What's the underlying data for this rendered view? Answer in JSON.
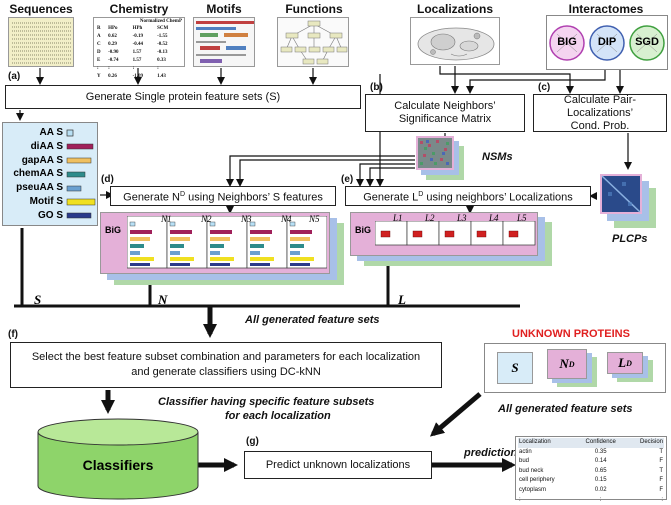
{
  "headers": {
    "sequences": "Sequences",
    "chemistry": "Chemistry",
    "motifs": "Motifs",
    "functions": "Functions",
    "localizations": "Localizations",
    "interactomes": "Interactomes"
  },
  "chemistry_table": {
    "title": "Normalized ChemP",
    "columns": [
      "R",
      "HPo",
      "HPh",
      "SCM"
    ],
    "rows": [
      [
        "A",
        "0.62",
        "-0.19",
        "-1.55"
      ],
      [
        "C",
        "0.29",
        "-0.44",
        "-0.52"
      ],
      [
        "D",
        "-0.90",
        "1.57",
        "-0.13"
      ],
      [
        "E",
        "-0.74",
        "1.57",
        "0.33"
      ],
      [
        ":",
        ":",
        ":",
        ":"
      ],
      [
        "Y",
        "0.26",
        "-1.09",
        "1.43"
      ]
    ]
  },
  "interactome_labels": [
    "BIG",
    "DIP",
    "SGD"
  ],
  "steps": {
    "a_tag": "(a)",
    "a_text": "Generate Single protein feature sets (S)",
    "b_tag": "(b)",
    "b_line1": "Calculate Neighbors’",
    "b_line2": "Significance Matrix",
    "c_tag": "(c)",
    "c_line1": "Calculate Pair-Localizations’",
    "c_line2": "Cond. Prob.",
    "d_tag": "(d)",
    "d_text": "Generate N",
    "d_sup": "D",
    "d_text2": " using Neighbors’ S features",
    "e_tag": "(e)",
    "e_text": "Generate L",
    "e_sup": "D",
    "e_text2": " using neighbors’ Localizations",
    "f_tag": "(f)",
    "f_line1": "Select the best feature subset combination and parameters for each localization",
    "f_line2": "and generate classifiers using DC-kNN",
    "g_tag": "(g)",
    "g_text": "Predict unknown localizations"
  },
  "feature_list": [
    "AA S",
    "diAA S",
    "gapAA S",
    "chemAA S",
    "pseuAA S",
    "Motif S",
    "GO S"
  ],
  "feature_colors": [
    "#b8e0f5",
    "#a0205a",
    "#f0c060",
    "#2e8b8b",
    "#6aa0d0",
    "#f0e020",
    "#2a3a8a"
  ],
  "labels": {
    "nsms": "NSMs",
    "plcps": "PLCPs",
    "big": "BiG",
    "arrow_s": "S",
    "arrow_n": "N",
    "arrow_l": "L",
    "all_feature_sets": "All generated feature sets",
    "classifier_note_1": "Classifier having specific feature subsets",
    "classifier_note_2": "for each localization",
    "classifiers": "Classifiers",
    "unknown_proteins": "UNKNOWN PROTEINS",
    "all_feature_sets_2": "All generated feature sets",
    "prediction": "prediction",
    "unk_s": "S",
    "unk_n": "N",
    "unk_l": "L",
    "unk_sup": "D"
  },
  "n_headers": [
    "N1",
    "N2",
    "N3",
    "N4",
    "N5"
  ],
  "l_headers": [
    "L1",
    "L2",
    "L3",
    "L4",
    "L5"
  ],
  "prediction_table": {
    "columns": [
      "Localization",
      "Confidence",
      "Decision"
    ],
    "rows": [
      [
        "actin",
        "0.35",
        "T"
      ],
      [
        "bud",
        "0.14",
        "F"
      ],
      [
        "bud neck",
        "0.65",
        "T"
      ],
      [
        "cell periphery",
        "0.15",
        "F"
      ],
      [
        "cytoplasm",
        "0.02",
        "F"
      ],
      [
        ":",
        ":",
        ":"
      ]
    ]
  }
}
